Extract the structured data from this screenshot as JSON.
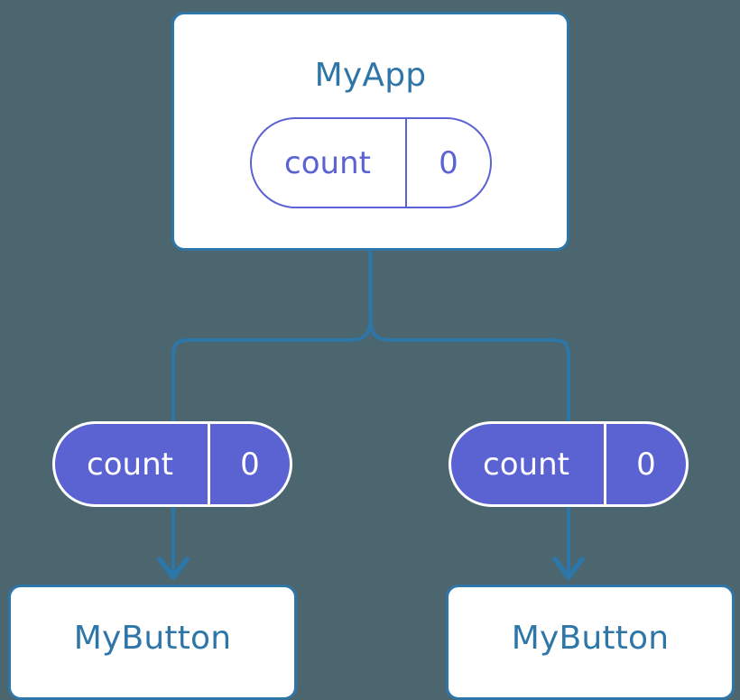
{
  "diagram": {
    "type": "component-tree",
    "background_color": "#4c6670",
    "accent_color": "#2e75a8",
    "prop_color": "#5b63d3",
    "root": {
      "title": "MyApp",
      "state": {
        "key": "count",
        "value": "0"
      }
    },
    "props": [
      {
        "key": "count",
        "value": "0"
      },
      {
        "key": "count",
        "value": "0"
      }
    ],
    "children": [
      {
        "title": "MyButton"
      },
      {
        "title": "MyButton"
      }
    ]
  }
}
